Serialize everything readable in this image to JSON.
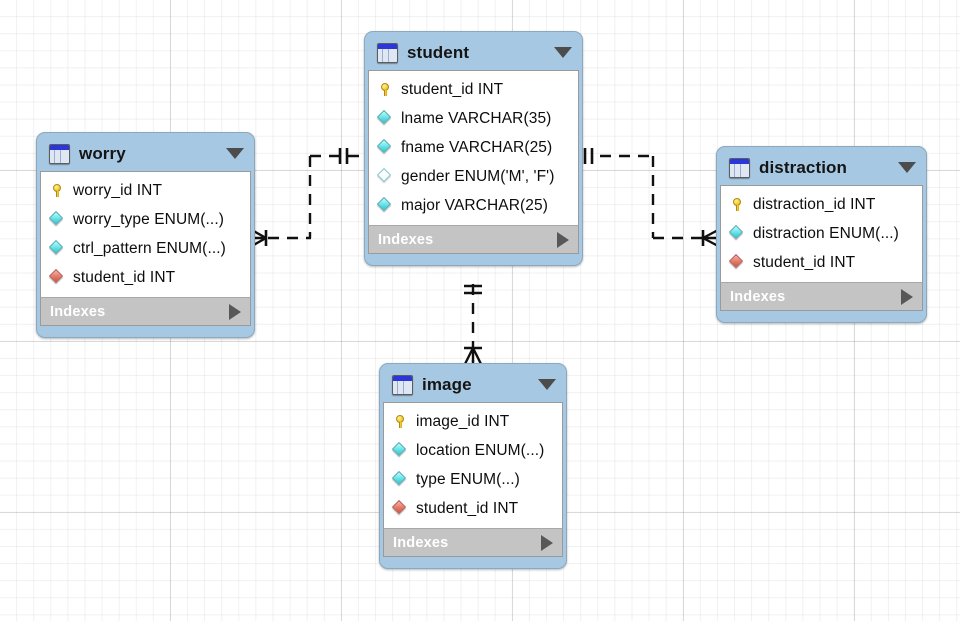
{
  "diagram": {
    "kind": "eer-diagram",
    "background": "grid-canvas",
    "grid_color": "#e8e8e8",
    "colors": {
      "table_header": "#a6c8e2",
      "table_body": "#ffffff",
      "table_footer": "#c4c4c4",
      "pk_icon": "#f6d442",
      "column_icon": "#63e3e8",
      "fk_icon": "#e5796a",
      "connector": "#101010"
    }
  },
  "tables": [
    {
      "id": "worry",
      "name": "worry",
      "icon": "table-icon",
      "collapse_icon": "chevron-down-icon",
      "footer_label": "Indexes",
      "footer_icon": "chevron-right-icon",
      "columns": [
        {
          "name": "worry_id INT",
          "icon": "primary-key-icon"
        },
        {
          "name": "worry_type ENUM(...)",
          "icon": "column-icon"
        },
        {
          "name": "ctrl_pattern ENUM(...)",
          "icon": "column-icon"
        },
        {
          "name": "student_id INT",
          "icon": "foreign-key-icon"
        }
      ]
    },
    {
      "id": "student",
      "name": "student",
      "icon": "table-icon",
      "collapse_icon": "chevron-down-icon",
      "footer_label": "Indexes",
      "footer_icon": "chevron-right-icon",
      "columns": [
        {
          "name": "student_id INT",
          "icon": "primary-key-icon"
        },
        {
          "name": "lname VARCHAR(35)",
          "icon": "column-icon"
        },
        {
          "name": "fname VARCHAR(25)",
          "icon": "column-icon"
        },
        {
          "name": "gender ENUM('M', 'F')",
          "icon": "nullable-column-icon"
        },
        {
          "name": "major VARCHAR(25)",
          "icon": "column-icon"
        }
      ]
    },
    {
      "id": "distraction",
      "name": "distraction",
      "icon": "table-icon",
      "collapse_icon": "chevron-down-icon",
      "footer_label": "Indexes",
      "footer_icon": "chevron-right-icon",
      "columns": [
        {
          "name": "distraction_id INT",
          "icon": "primary-key-icon"
        },
        {
          "name": "distraction ENUM(...)",
          "icon": "column-icon"
        },
        {
          "name": "student_id INT",
          "icon": "foreign-key-icon"
        }
      ]
    },
    {
      "id": "image",
      "name": "image",
      "icon": "table-icon",
      "collapse_icon": "chevron-down-icon",
      "footer_label": "Indexes",
      "footer_icon": "chevron-right-icon",
      "columns": [
        {
          "name": "image_id INT",
          "icon": "primary-key-icon"
        },
        {
          "name": "location ENUM(...)",
          "icon": "column-icon"
        },
        {
          "name": "type ENUM(...)",
          "icon": "column-icon"
        },
        {
          "name": "student_id INT",
          "icon": "foreign-key-icon"
        }
      ]
    }
  ],
  "relationships": [
    {
      "id": "student-worry",
      "from": "student",
      "to": "worry",
      "style": "dashed",
      "from_cardinality": "one-and-only-one",
      "to_cardinality": "zero-or-many"
    },
    {
      "id": "student-distraction",
      "from": "student",
      "to": "distraction",
      "style": "dashed",
      "from_cardinality": "one-and-only-one",
      "to_cardinality": "zero-or-many"
    },
    {
      "id": "student-image",
      "from": "student",
      "to": "image",
      "style": "dashed",
      "from_cardinality": "one-and-only-one",
      "to_cardinality": "zero-or-many"
    }
  ]
}
